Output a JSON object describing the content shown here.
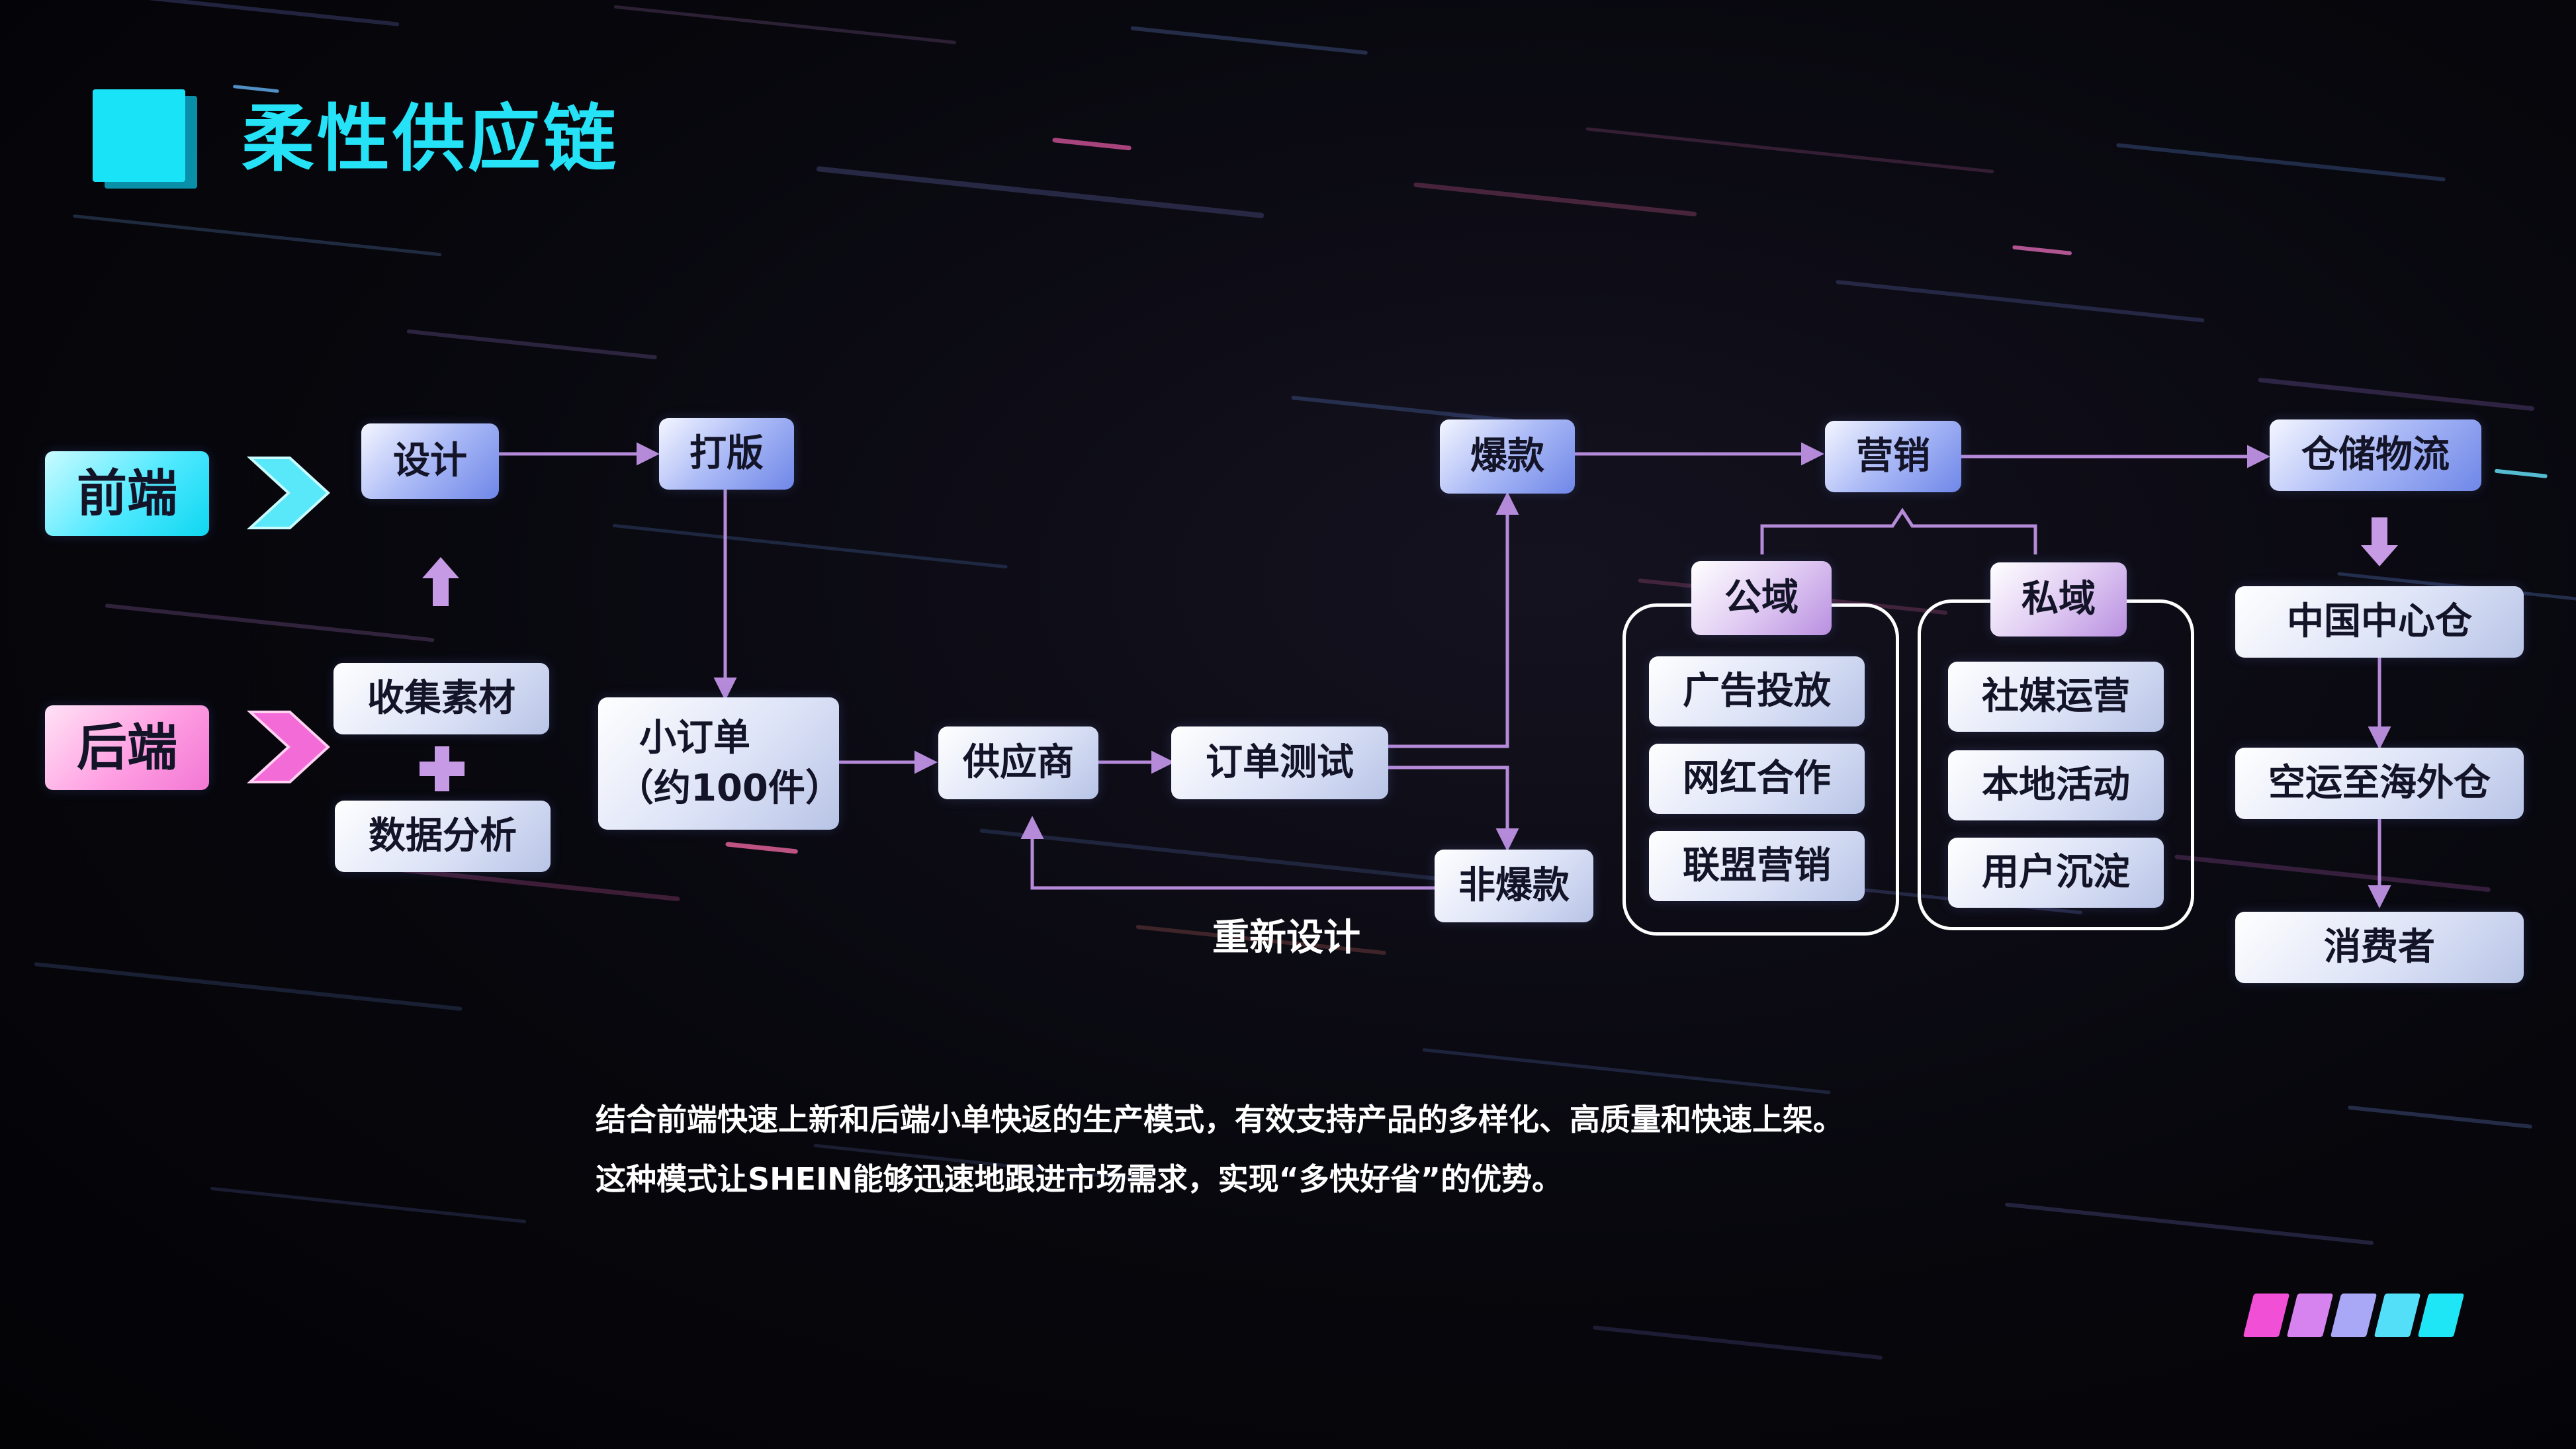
{
  "title": "柔性供应链",
  "front": {
    "label": "前端"
  },
  "back": {
    "label": "后端"
  },
  "nodes": {
    "design": "设计",
    "pattern": "打版",
    "collect": "收集素材",
    "analysis": "数据分析",
    "small_order_line1": "小订单",
    "small_order_line2": "（约100件）",
    "supplier": "供应商",
    "order_test": "订单测试",
    "hit": "爆款",
    "non_hit": "非爆款",
    "redesign": "重新设计",
    "marketing": "营销",
    "public_domain": "公域",
    "private_domain": "私域",
    "public_items": [
      "广告投放",
      "网红合作",
      "联盟营销"
    ],
    "private_items": [
      "社媒运营",
      "本地活动",
      "用户沉淀"
    ],
    "warehouse": "仓储物流",
    "logistics": [
      "中国中心仓",
      "空运至海外仓",
      "消费者"
    ]
  },
  "summary": {
    "line1": "结合前端快速上新和后端小单快返的生产模式，有效支持产品的多样化、高质量和快速上架。",
    "line2": "这种模式让SHEIN能够迅速地跟进市场需求，实现“多快好省”的优势。"
  },
  "colors": {
    "accent_cyan": "#19e3f7",
    "accent_magenta": "#f56fd6",
    "connector": "#b58ad8",
    "stripes": [
      "#f04fd6",
      "#d683f0",
      "#a9a8f6",
      "#54dff8",
      "#1fe6f6"
    ]
  },
  "icons": [
    "chevron-right-icon",
    "arrow-up-icon",
    "plus-icon",
    "arrow-down-icon"
  ]
}
